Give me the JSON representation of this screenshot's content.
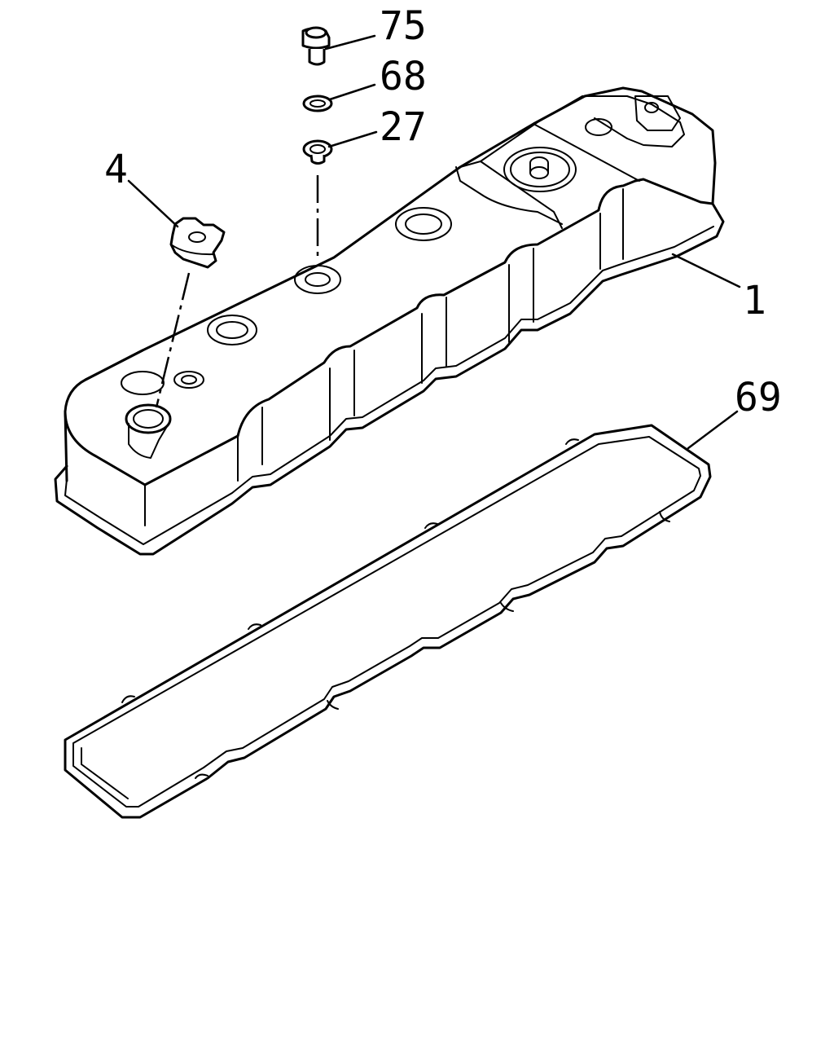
{
  "callouts": {
    "bolt": "75",
    "washer": "68",
    "grommet": "27",
    "oil_filler_cap": "4",
    "cylinder_head_cover": "1",
    "cover_gasket": "69"
  },
  "colors": {
    "line": "#000000",
    "background": "#ffffff"
  }
}
